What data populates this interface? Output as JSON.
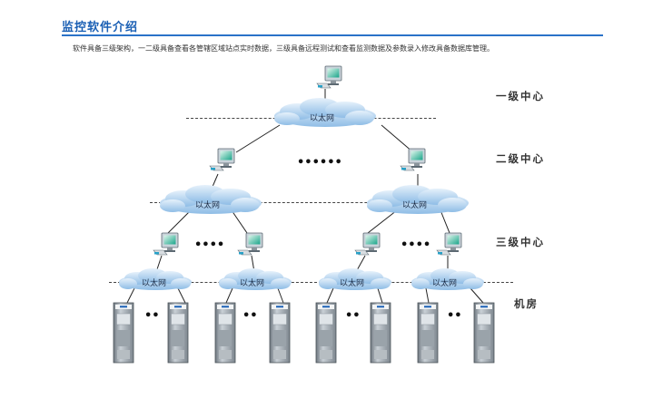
{
  "title": "监控软件介绍",
  "description": "软件具备三级架构，一二级具备查看各管辖区域站点实时数据，三级具备远程测试和查看监测数据及参数录入修改具备数据库管理。",
  "levels": {
    "level1": "一级中心",
    "level2": "二级中心",
    "level3": "三级中心",
    "room": "机房"
  },
  "network_label": "以太网",
  "ellipsis_long": "••••••",
  "ellipsis_mid": "••••",
  "ellipsis_short": "••"
}
